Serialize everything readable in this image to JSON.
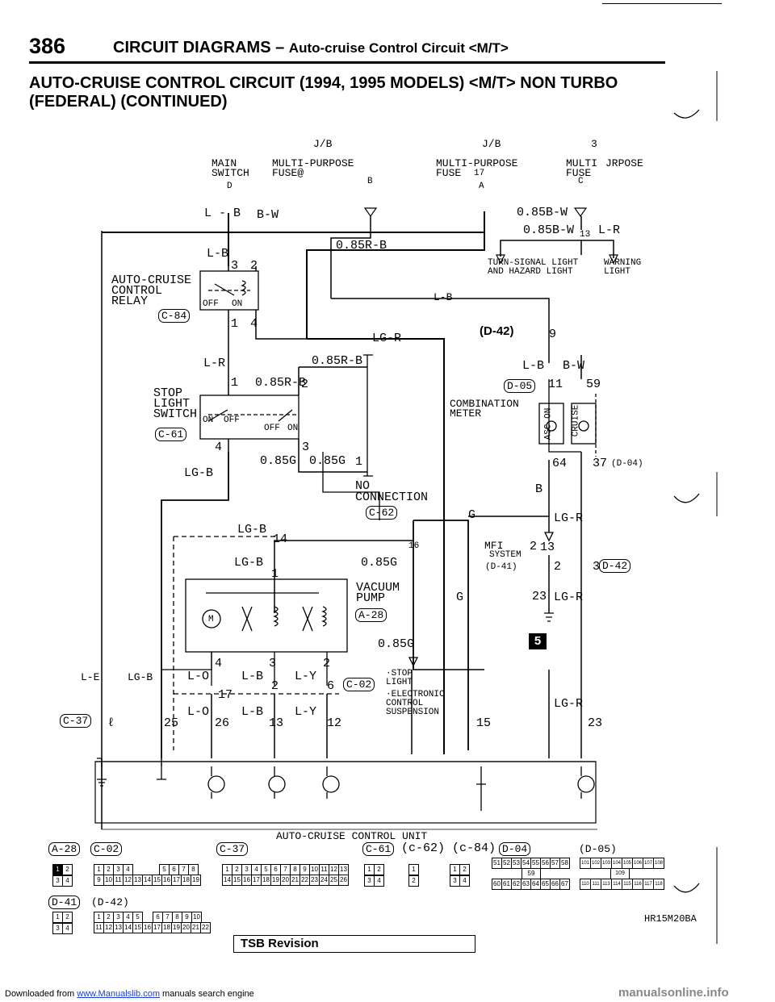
{
  "header": {
    "page_number": "386",
    "title": "CIRCUIT DIAGRAMS",
    "dash": "–",
    "subtitle": "Auto-cruise Control Circuit <M/T>"
  },
  "section": {
    "title_line1": "AUTO-CRUISE CONTROL CIRCUIT (1994, 1995 MODELS) <M/T> NON TURBO",
    "title_line2": "(FEDERAL) (CONTINUED)"
  },
  "top": {
    "jb1": "J/B",
    "jb2": "J/B",
    "jb3": "3",
    "main_switch_1": "MAIN",
    "main_switch_2": "SWITCH",
    "fuse1_a": "MULTI-PURPOSE",
    "fuse1_b": "FUSE@",
    "fuse2_a": "MULTI-PURPOSE",
    "fuse2_b": "FUSE",
    "fuse3_a": "MULTI",
    "fuse3_b": "JRPOSE",
    "fuse3_c": "FUSE",
    "conn_d": "D",
    "conn_a": "A",
    "mark_b": "B",
    "mark_c": "C",
    "num_17": "17",
    "num_13": "13"
  },
  "wires": {
    "w1": "L - B",
    "w2": "B-W",
    "w3": "0.85B-W",
    "w4": "0.85B-W",
    "w5": "L-R",
    "w6": "0.85R-B",
    "w7": "L-B",
    "w8": "L-B",
    "w9": "LG-R",
    "w10": "L-R",
    "w11": "0.85R-B",
    "w12": "0.85R-B",
    "w13": "L-B",
    "w14": "B-W",
    "w15": "0.85G",
    "w16": "0.85G",
    "w17": "LG-B",
    "w18": "B",
    "w19": "G",
    "w20": "LG-R",
    "w21": "LG-B",
    "w22": "LG-B",
    "w23": "0.85G",
    "w24": "G",
    "w25": "LG-R",
    "w26": "0.85G",
    "w27": "L-E",
    "w28": "LG-B",
    "w29": "L-O",
    "w30": "L-B",
    "w31": "L-Y",
    "w32": "L-O",
    "w33": "L-B",
    "w34": "L-Y",
    "w35": "LG-R"
  },
  "components": {
    "relay_1": "AUTO-CRUISE",
    "relay_2": "CONTROL",
    "relay_3": "RELAY",
    "relay_conn": "C-84",
    "relay_off": "OFF",
    "relay_on": "ON",
    "turn_1": "TURN-SIGNAL LIGHT",
    "turn_2": "AND HAZARD LIGHT",
    "warn_1": "WARNING",
    "warn_2": "LIGHT",
    "stop_1": "STOP",
    "stop_2": "LIGHT",
    "stop_3": "SWITCH",
    "stop_conn": "C-61",
    "stop_on": "ON",
    "stop_off": "OFF",
    "stop_off2": "OFF",
    "stop_on2": "ON",
    "d42": "(D-42)",
    "d05": "D-05",
    "comb_1": "COMBINATION",
    "comb_2": "METER",
    "asc": "ASC ON",
    "cruise": "CRUISE",
    "d04": "(D-04)",
    "noconn_1": "NO",
    "noconn_2": "CONNECTION",
    "noconn_conn": "C-62",
    "mfi_1": "MFI",
    "mfi_2": "SYSTEM",
    "d41": "(D-41)",
    "d42b": "D-42",
    "vac_1": "VACUUM",
    "vac_2": "PUMP",
    "vac_conn": "A-28",
    "c02": "C-02",
    "stop_light_1": "·STOP",
    "stop_light_2": "LIGHT",
    "ecs_1": "·ELECTRONIC",
    "ecs_2": "CONTROL",
    "ecs_3": "SUSPENSION",
    "c37": "C-37",
    "m": "M",
    "num_16": "16",
    "num_5": "5"
  },
  "pins": {
    "p3": "3",
    "p2": "2",
    "p1": "1",
    "p4": "4",
    "p1b": "1",
    "p2b": "2",
    "p4b": "4",
    "p3b": "3",
    "p1c": "1",
    "p9": "9",
    "p11": "11",
    "p59": "59",
    "p64": "64",
    "p37": "37",
    "p14": "14",
    "p1d": "1",
    "p2c": "2",
    "p13": "13",
    "p2d": "2",
    "p23": "23",
    "p3c": "3",
    "p4c": "4",
    "p3d": "3",
    "p2e": "2",
    "p17": "17",
    "p2f": "2",
    "p6": "6",
    "p25": "25",
    "p26": "26",
    "p13b": "13",
    "p12": "12",
    "p15": "15",
    "p23b": "23",
    "p_l": "ℓ"
  },
  "unit_label": "AUTO-CRUISE CONTROL UNIT",
  "connectors": {
    "a28": "A-28",
    "c02": "C-02",
    "c37": "C-37",
    "c61": "C-61",
    "c62": "(c-62)",
    "c84": "(c-84)",
    "d04": "D-04",
    "d05": "(D-05)",
    "d41": "D-41",
    "d42": "(D-42)",
    "c02_row1": [
      "1",
      "2",
      "3",
      "4",
      "",
      "",
      "5",
      "6",
      "7",
      "8"
    ],
    "c02_row2": [
      "9",
      "10",
      "11",
      "12",
      "13",
      "14",
      "15",
      "16",
      "17",
      "18",
      "19"
    ],
    "c37_row1": [
      "1",
      "2",
      "3",
      "4",
      "5",
      "6",
      "7",
      "8",
      "9",
      "10",
      "11",
      "12",
      "13"
    ],
    "c37_row2": [
      "14",
      "15",
      "16",
      "17",
      "18",
      "19",
      "20",
      "21",
      "22",
      "23",
      "24",
      "25",
      "26"
    ],
    "d04_row1": [
      "51",
      "52",
      "53",
      "54",
      "55",
      "56",
      "57",
      "58"
    ],
    "d04_mid": "59",
    "d04_row2": [
      "60",
      "61",
      "62",
      "63",
      "64",
      "65",
      "66",
      "67"
    ],
    "d05_row1": [
      "101",
      "102",
      "103",
      "104",
      "105",
      "106",
      "107",
      "108"
    ],
    "d05_mid": "109",
    "d05_row2": [
      "110",
      "111",
      "113",
      "114",
      "115",
      "116",
      "117",
      "118"
    ],
    "d42_row1": [
      "1",
      "2",
      "3",
      "4",
      "5",
      "",
      "6",
      "7",
      "8",
      "9",
      "10"
    ],
    "d42_row2": [
      "11",
      "12",
      "13",
      "14",
      "15",
      "16",
      "17",
      "18",
      "19",
      "20",
      "21",
      "22"
    ],
    "two_a": [
      "1",
      "2"
    ],
    "two_b": [
      "3",
      "4"
    ],
    "c62_a": "1",
    "c62_b": "2"
  },
  "ref_code": "HR15M20BA",
  "tsb": "TSB Revision",
  "footer": {
    "prefix": "Downloaded from",
    "link": "www.Manualslib.com",
    "suffix": "manuals search engine",
    "right": "manualsonline.info"
  }
}
